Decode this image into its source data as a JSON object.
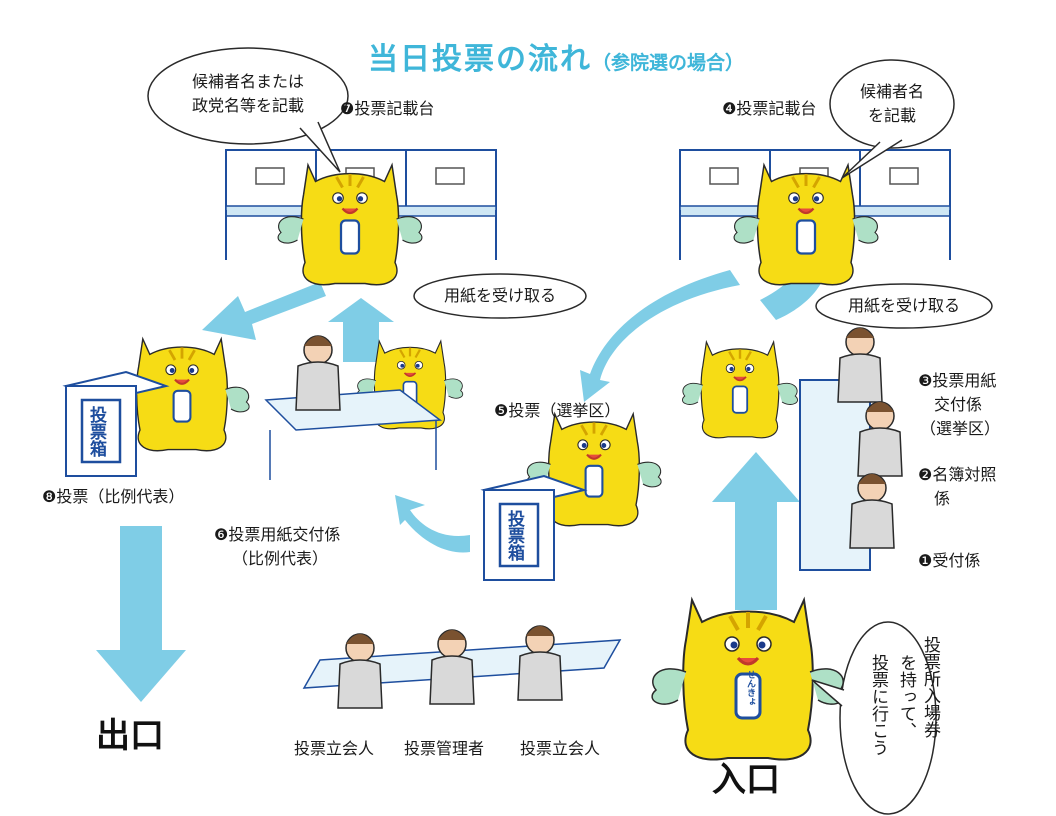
{
  "title": {
    "main": "当日投票の流れ",
    "sub": "（参院選の場合）"
  },
  "steps": {
    "s1": "❶受付係",
    "s2a": "❷名簿対照",
    "s2b": "係",
    "s3a": "❸投票用紙",
    "s3b": "交付係",
    "s3c": "（選挙区）",
    "s4": "❹投票記載台",
    "s5": "❺投票（選挙区）",
    "s6a": "❻投票用紙交付係",
    "s6b": "（比例代表）",
    "s7": "❼投票記載台",
    "s8": "❽投票（比例代表）"
  },
  "bubbles": {
    "b7a": "候補者名または",
    "b7b": "政党名等を記載",
    "b4a": "候補者名",
    "b4b": "を記載",
    "recv": "用紙を受け取る",
    "ent1": "投票所入場券",
    "ent2": "を持って、",
    "ent3": "投票に行こう"
  },
  "staff": {
    "left": "投票立会人",
    "mid": "投票管理者",
    "right": "投票立会人"
  },
  "ballot_box_text": "投票箱",
  "mascot_badge": "せんきょ",
  "exit": "出口",
  "entrance": "入口",
  "colors": {
    "arrow": "#7fcde6",
    "mascot": "#f6dc15",
    "title": "#3fb6d9",
    "wing": "#aee0c6"
  }
}
